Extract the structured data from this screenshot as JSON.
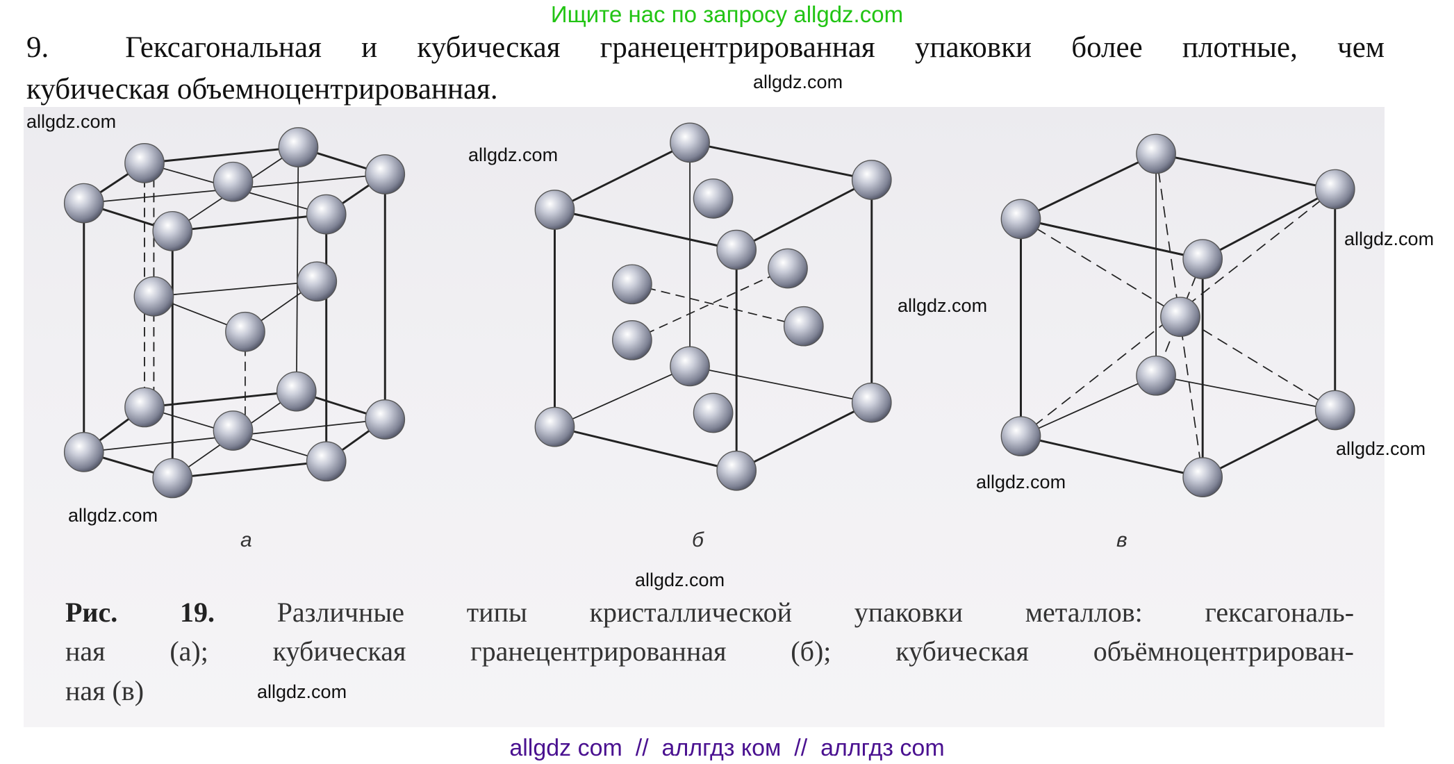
{
  "header_banner": "Ищите нас по запросу allgdz.com",
  "answer": {
    "number": "9.",
    "line1": "Гексагональная и кубическая гранецентрированная упаковки более плотные, чем",
    "line2": "кубическая объемноцентрированная."
  },
  "figure": {
    "panel_labels": [
      "а",
      "б",
      "в"
    ],
    "caption": {
      "prefix": "Рис. 19.",
      "line1": "Различные типы кристаллической упаковки металлов: гексагональ-",
      "line2": "ная (а); кубическая гранецентрированная (б); кубическая объёмноцентрирован-",
      "line3": "ная (в)"
    }
  },
  "watermarks": [
    "allgdz.com",
    "allgdz.com",
    "allgdz.com",
    "allgdz.com",
    "allgdz.com",
    "allgdz.com",
    "allgdz.com",
    "allgdz.com",
    "allgdz.com",
    "allgdz.com"
  ],
  "footer": "allgdz com  //  аллгдз ком  //  аллгдз com",
  "colors": {
    "banner": "#22c414",
    "footer": "#4a1190"
  }
}
